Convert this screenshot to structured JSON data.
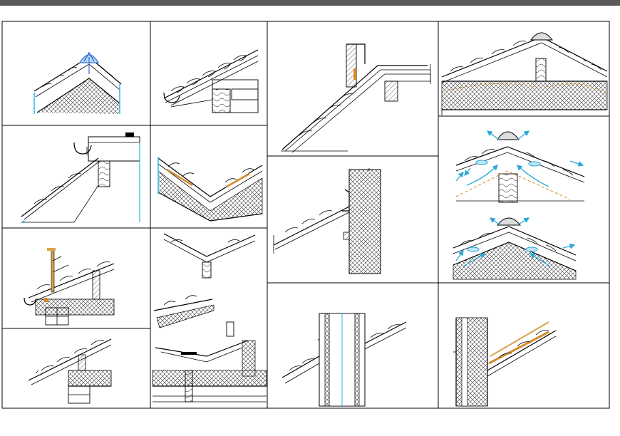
{
  "sheet": {
    "background": "#ffffff",
    "header_bar_color": "#5a5a5a",
    "line_color": "#000000",
    "accent_colors": {
      "insulation": "#d88a2a",
      "cyan_edge": "#27b7e6",
      "airflow": "#29a8d8",
      "ridge_blue": "#2f6fd6"
    }
  },
  "panels": [
    {
      "id": "p1",
      "subject": "ridge-tile-detail-ventilated"
    },
    {
      "id": "p2",
      "subject": "eaves-gutter-detail"
    },
    {
      "id": "p3",
      "subject": "roof-to-wall-abutment"
    },
    {
      "id": "p4",
      "subject": "ridge-with-timber-king-post"
    },
    {
      "id": "p5",
      "subject": "eaves-with-fascia-and-gutter"
    },
    {
      "id": "p6",
      "subject": "valley-detail"
    },
    {
      "id": "p7",
      "subject": "parapet-wall-flashing"
    },
    {
      "id": "p8",
      "subject": "ridge-ventilation-airflow"
    },
    {
      "id": "p9",
      "subject": "ridge-ventilation-airflow-insulated"
    },
    {
      "id": "p10",
      "subject": "eaves-with-snow-guard"
    },
    {
      "id": "p11",
      "subject": "valley-and-ceiling-section"
    },
    {
      "id": "p12",
      "subject": "eaves-with-beam"
    },
    {
      "id": "p13",
      "subject": "chimney-flashing"
    },
    {
      "id": "p14",
      "subject": "wall-abutment-flashing"
    }
  ]
}
